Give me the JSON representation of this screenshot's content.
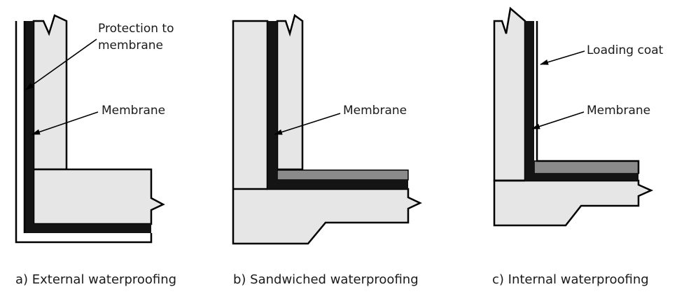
{
  "panels": [
    {
      "caption": "a)  External waterproofing",
      "labels": {
        "protection": "Protection to",
        "protection_2": "membrane",
        "membrane": "Membrane"
      }
    },
    {
      "caption": "b)  Sandwiched waterproofing",
      "labels": {
        "membrane": "Membrane"
      }
    },
    {
      "caption": "c)  Internal waterproofing",
      "labels": {
        "loading_coat": "Loading coat",
        "membrane": "Membrane"
      }
    }
  ]
}
